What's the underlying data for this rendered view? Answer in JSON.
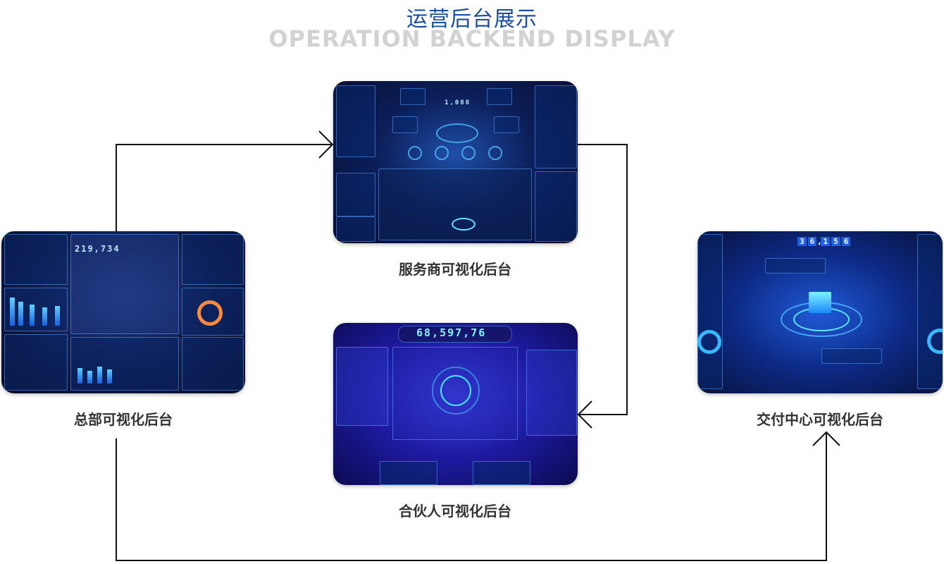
{
  "header": {
    "title_cn": "运营后台展示",
    "title_en": "OPERATION BACKEND DISPLAY"
  },
  "cards": {
    "hq": {
      "label": "总部可视化后台",
      "counter": "219,734"
    },
    "provider": {
      "label": "服务商可视化后台",
      "counter": "1,088"
    },
    "partner": {
      "label": "合伙人可视化后台",
      "counter": "68,597,76"
    },
    "delivery": {
      "label": "交付中心可视化后台",
      "counter_digits": [
        "3",
        "6",
        ",",
        "1",
        "5",
        "6"
      ]
    }
  },
  "colors": {
    "title": "#1a4e9e",
    "subtitle": "#d2d2d2",
    "arrow": "#111111",
    "label": "#333333"
  }
}
